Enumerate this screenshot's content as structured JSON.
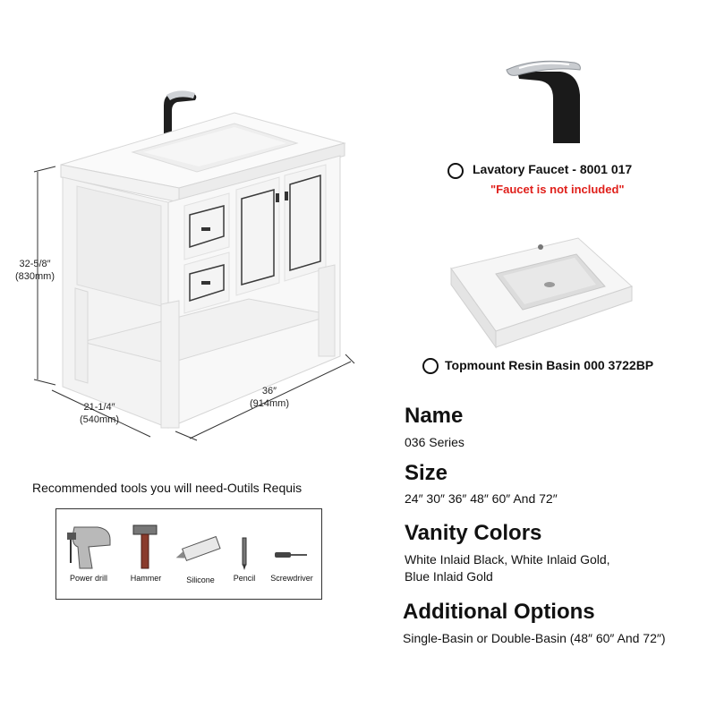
{
  "dimensions": {
    "height_in": "32-5/8″",
    "height_mm": "(830mm)",
    "depth_in": "21-1/4″",
    "depth_mm": "(540mm)",
    "width_in": "36″",
    "width_mm": "(914mm)"
  },
  "options": [
    {
      "label": "Lavatory Faucet - 8001 017",
      "note": "\"Faucet is not included\""
    },
    {
      "label": "Topmount Resin Basin 000 3722BP"
    }
  ],
  "specs": {
    "name_heading": "Name",
    "name_value": "036 Series",
    "size_heading": "Size",
    "size_value": "24″ 30″ 36″ 48″ 60″ And 72″",
    "colors_heading": "Vanity Colors",
    "colors_value_line1": "White Inlaid Black, White Inlaid Gold,",
    "colors_value_line2": "Blue Inlaid Gold",
    "additional_heading": "Additional Options",
    "additional_value": "Single-Basin or Double-Basin (48″ 60″ And 72″)"
  },
  "tools": {
    "heading": "Recommended tools you will need-Outils Requis",
    "items": [
      "Power drill",
      "Hammer",
      "Silicone",
      "Pencil",
      "Screwdriver"
    ]
  },
  "colors": {
    "note_red": "#e0201b",
    "faucet_black": "#1a1a1a",
    "chrome": "#c9ccd0",
    "vanity_white": "#f7f7f7",
    "inlay_dark": "#3a3a3a"
  }
}
